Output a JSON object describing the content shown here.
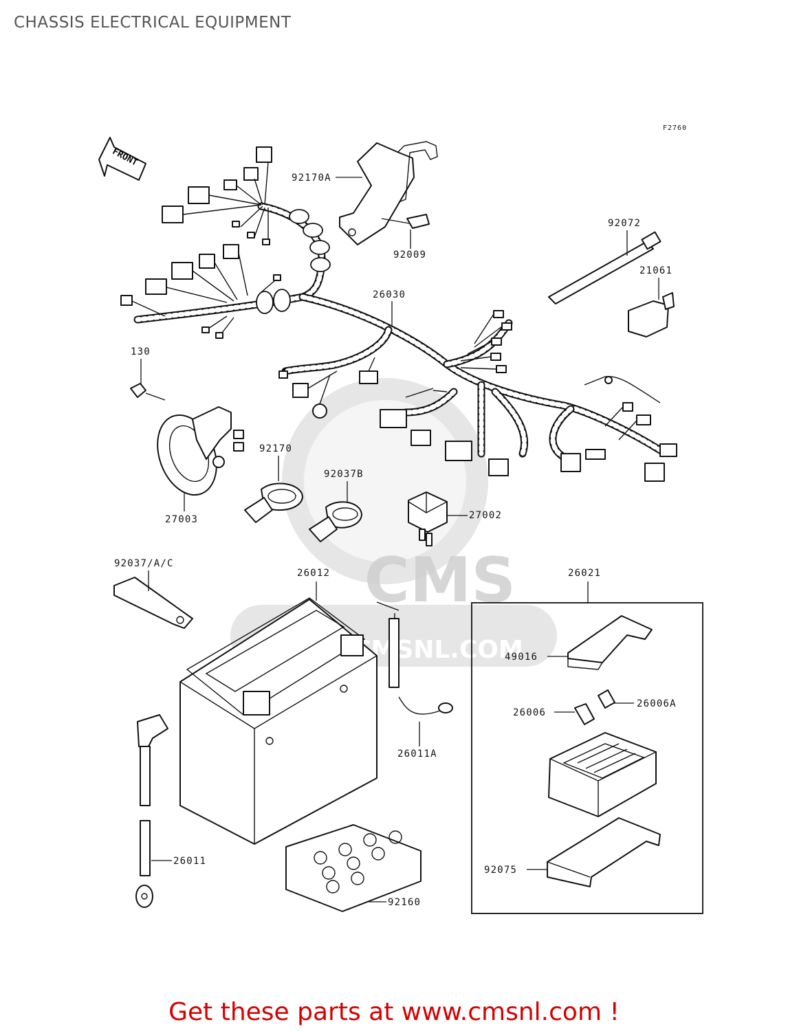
{
  "page": {
    "title": "CHASSIS ELECTRICAL EQUIPMENT",
    "figure_ref": "F2760",
    "direction_label": "FRONT",
    "watermark": {
      "logo": "CMS",
      "url": "WWW.CMSNL.COM"
    },
    "footer": "Get these parts at www.cmsnl.com !"
  },
  "parts": {
    "p92170A": "92170A",
    "p92009": "92009",
    "p92072": "92072",
    "p21061": "21061",
    "p26030": "26030",
    "p130": "130",
    "p92170": "92170",
    "p92037B": "92037B",
    "p27002": "27002",
    "p27003": "27003",
    "p92037AC": "92037/A/C",
    "p26012": "26012",
    "p26021": "26021",
    "p49016": "49016",
    "p26006": "26006",
    "p26006A": "26006A",
    "p26011A": "26011A",
    "p26011": "26011",
    "p92160": "92160",
    "p92075": "92075"
  }
}
